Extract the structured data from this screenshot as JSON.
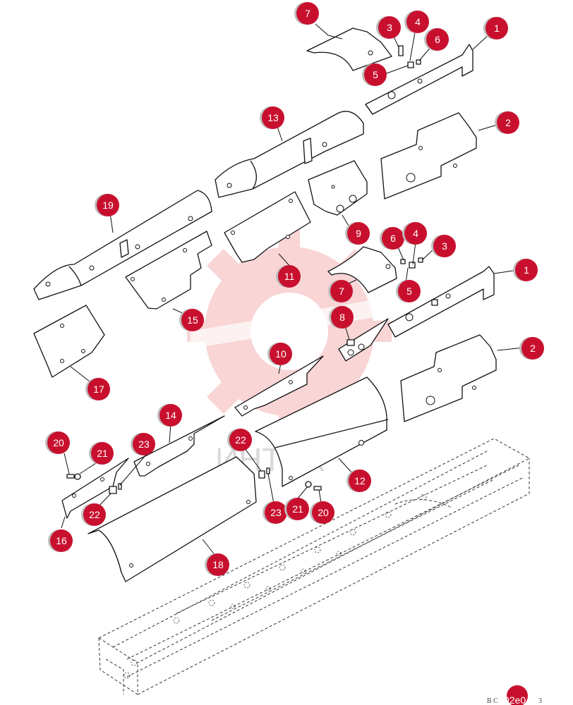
{
  "watermark": {
    "text": "ИНТЕХ",
    "color": "#f08a8a"
  },
  "drawing_code": {
    "prefix": "B C",
    "main": "02e0",
    "suffix": "3"
  },
  "colors": {
    "callout": "#c8102e",
    "line": "#111111",
    "frame": "#333333"
  },
  "callouts": [
    {
      "id": "c7a",
      "label": "7"
    },
    {
      "id": "c3a",
      "label": "3"
    },
    {
      "id": "c4a",
      "label": "4"
    },
    {
      "id": "c6a",
      "label": "6"
    },
    {
      "id": "c1a",
      "label": "1"
    },
    {
      "id": "c5a",
      "label": "5"
    },
    {
      "id": "c13",
      "label": "13"
    },
    {
      "id": "c2a",
      "label": "2"
    },
    {
      "id": "c19",
      "label": "19"
    },
    {
      "id": "c9",
      "label": "9"
    },
    {
      "id": "c6b",
      "label": "6"
    },
    {
      "id": "c4b",
      "label": "4"
    },
    {
      "id": "c3b",
      "label": "3"
    },
    {
      "id": "c11",
      "label": "11"
    },
    {
      "id": "c1b",
      "label": "1"
    },
    {
      "id": "c7b",
      "label": "7"
    },
    {
      "id": "c5b",
      "label": "5"
    },
    {
      "id": "c15",
      "label": "15"
    },
    {
      "id": "c8",
      "label": "8"
    },
    {
      "id": "c2b",
      "label": "2"
    },
    {
      "id": "c10",
      "label": "10"
    },
    {
      "id": "c17",
      "label": "17"
    },
    {
      "id": "c14",
      "label": "14"
    },
    {
      "id": "c20a",
      "label": "20"
    },
    {
      "id": "c21a",
      "label": "21"
    },
    {
      "id": "c23a",
      "label": "23"
    },
    {
      "id": "c22a",
      "label": "22"
    },
    {
      "id": "c12",
      "label": "12"
    },
    {
      "id": "c22b",
      "label": "22"
    },
    {
      "id": "c16",
      "label": "16"
    },
    {
      "id": "c23b",
      "label": "23"
    },
    {
      "id": "c21b",
      "label": "21"
    },
    {
      "id": "c20b",
      "label": "20"
    },
    {
      "id": "c18",
      "label": "18"
    }
  ]
}
